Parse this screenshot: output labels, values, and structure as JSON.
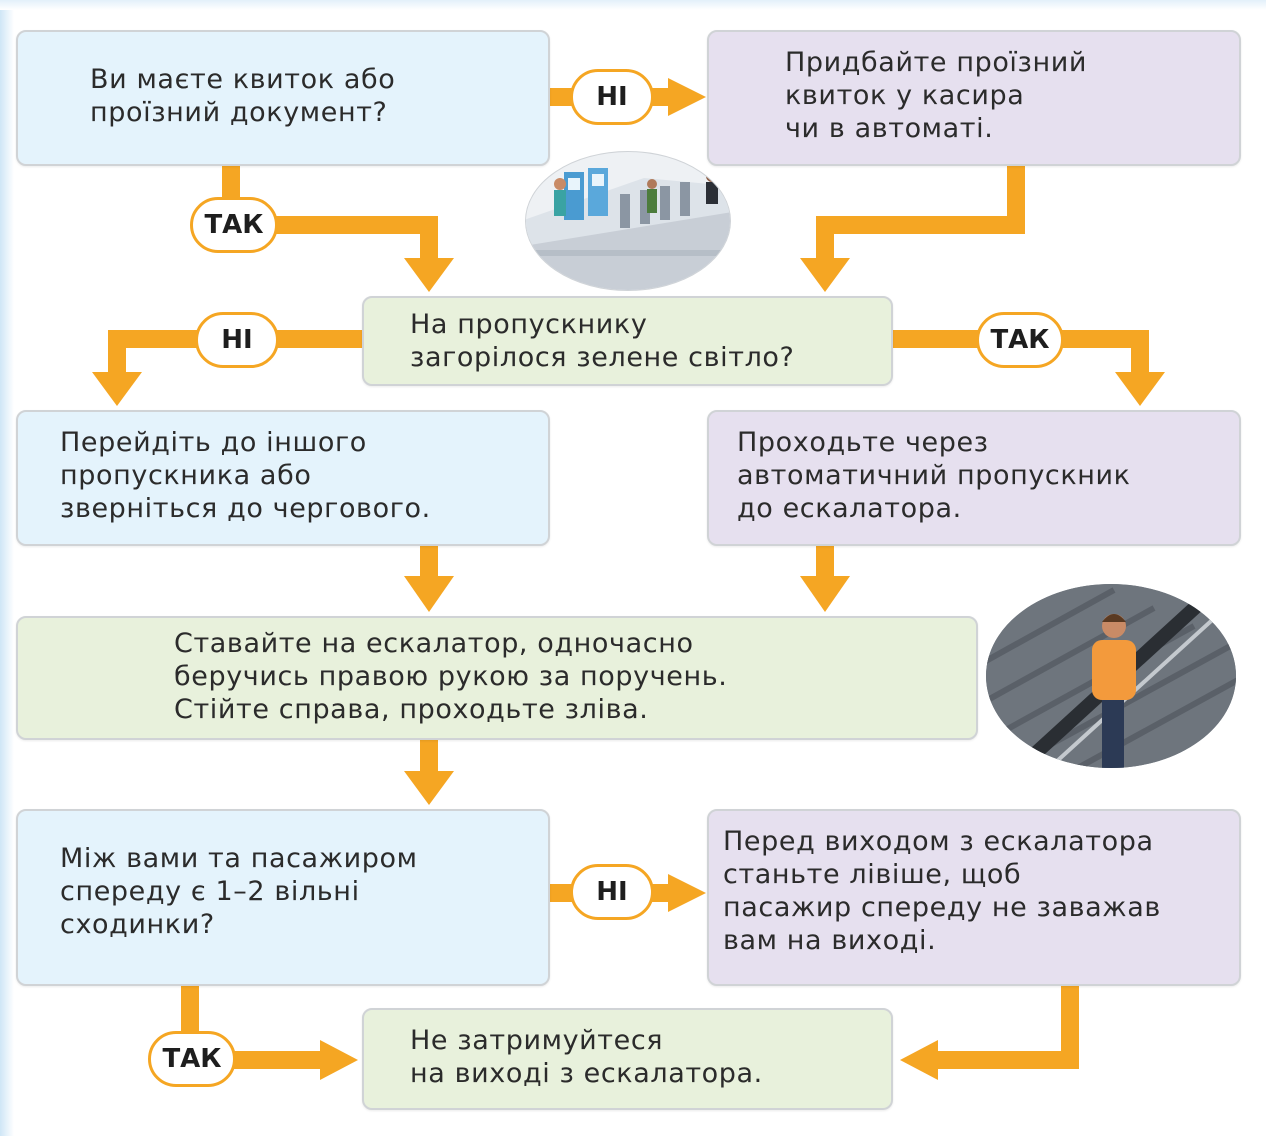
{
  "colors": {
    "arrow": "#f5a623",
    "question_box": "#e4f3fc",
    "action_box": "#e6e0ef",
    "step_box": "#e8f1dc"
  },
  "nodes": {
    "has_ticket": "Ви маєте квиток або\nпроїзний документ?",
    "buy_ticket": "Придбайте проїзний\nквиток у касира\nчи в автоматі.",
    "green_light": "На пропускнику\nзагорілося зелене світло?",
    "other_turnstile": "Перейдіть до іншого\nпропускника або\nзверніться до чергового.",
    "pass_turnstile": "Проходьте через\nавтоматичний пропускник\nдо ескалатора.",
    "escalator_rules": "Ставайте на ескалатор, одночасно\nберучись правою рукою за поручень.\nСтійте справа, проходьте зліва.",
    "free_steps": "Між вами та пасажиром\nспереду є 1–2 вільні\nсходинки?",
    "step_left": "Перед виходом з ескалатора\nстаньте лівіше, щоб\nпасажир спереду не заважав\nвам на виході.",
    "dont_linger": "Не затримуйтеся\nна виході з ескалатора."
  },
  "badges": {
    "no_1": "НІ",
    "yes_1": "ТАК",
    "no_2": "НІ",
    "yes_2": "ТАК",
    "no_3": "НІ",
    "yes_3": "ТАК"
  },
  "illustrations": {
    "turnstiles": "metro-turnstiles-illustration",
    "escalator": "escalator-passenger-illustration"
  }
}
